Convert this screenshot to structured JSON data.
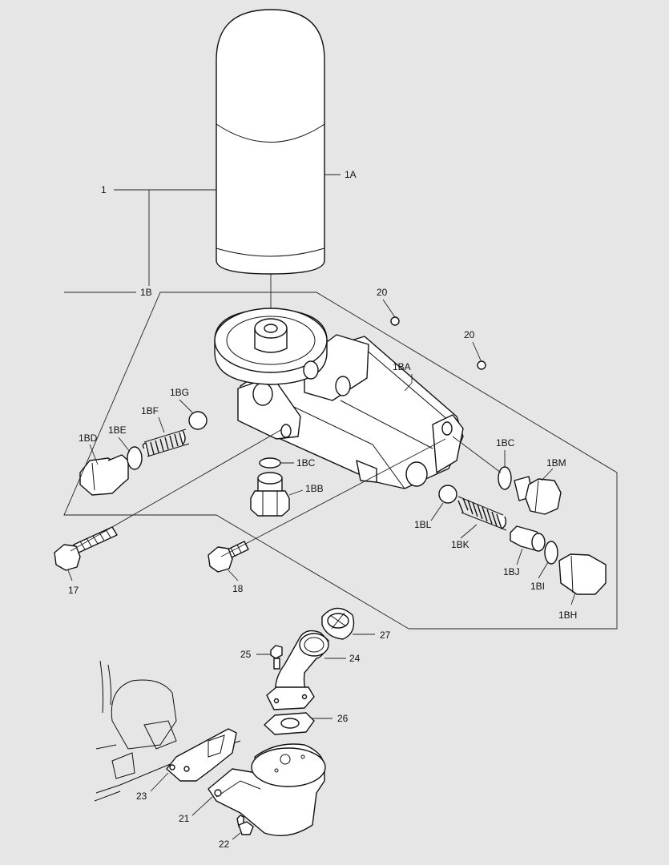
{
  "diagram": {
    "labels": {
      "l1": "1",
      "l1A": "1A",
      "l1B": "1B",
      "l20a": "20",
      "l20b": "20",
      "l1BA": "1BA",
      "l1BG": "1BG",
      "l1BF": "1BF",
      "l1BE": "1BE",
      "l1BD": "1BD",
      "l1BC_top": "1BC",
      "l1BM": "1BM",
      "l1BC": "1BC",
      "l1BB": "1BB",
      "l1BL": "1BL",
      "l1BK": "1BK",
      "l1BJ": "1BJ",
      "l1BI": "1BI",
      "l1BH": "1BH",
      "l17": "17",
      "l18": "18",
      "l27": "27",
      "l25": "25",
      "l24": "24",
      "l26": "26",
      "l23": "23",
      "l21": "21",
      "l22": "22"
    }
  }
}
